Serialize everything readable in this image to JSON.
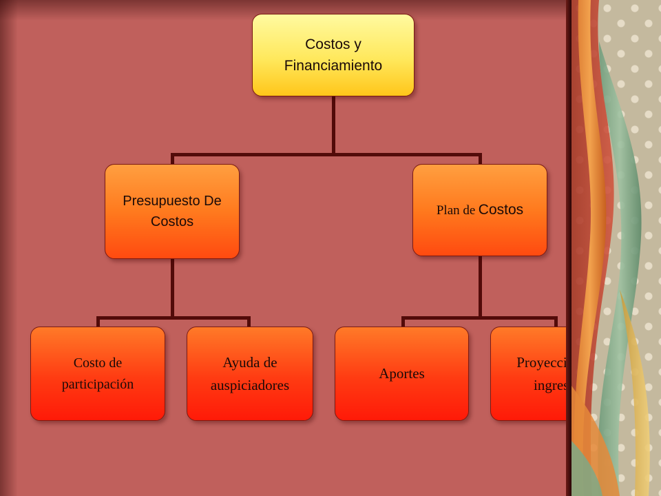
{
  "diagram": {
    "root": {
      "label": "Costos y Financiamiento"
    },
    "branches": [
      {
        "label": "Presupuesto De Costos",
        "children": [
          {
            "label": "Costo de participación"
          },
          {
            "label": "Ayuda de auspiciadores"
          }
        ]
      },
      {
        "label_part1": "Plan de",
        "label_part2": "Costos",
        "children": [
          {
            "label": "Aportes"
          },
          {
            "label": "Proyección de ingresos"
          }
        ]
      }
    ]
  },
  "colors": {
    "background": "#c0605c",
    "connector": "#520b09",
    "root_fill": "#ffe85c",
    "branch_fill": "#ff7a1e",
    "leaf_fill": "#ff3b12"
  }
}
